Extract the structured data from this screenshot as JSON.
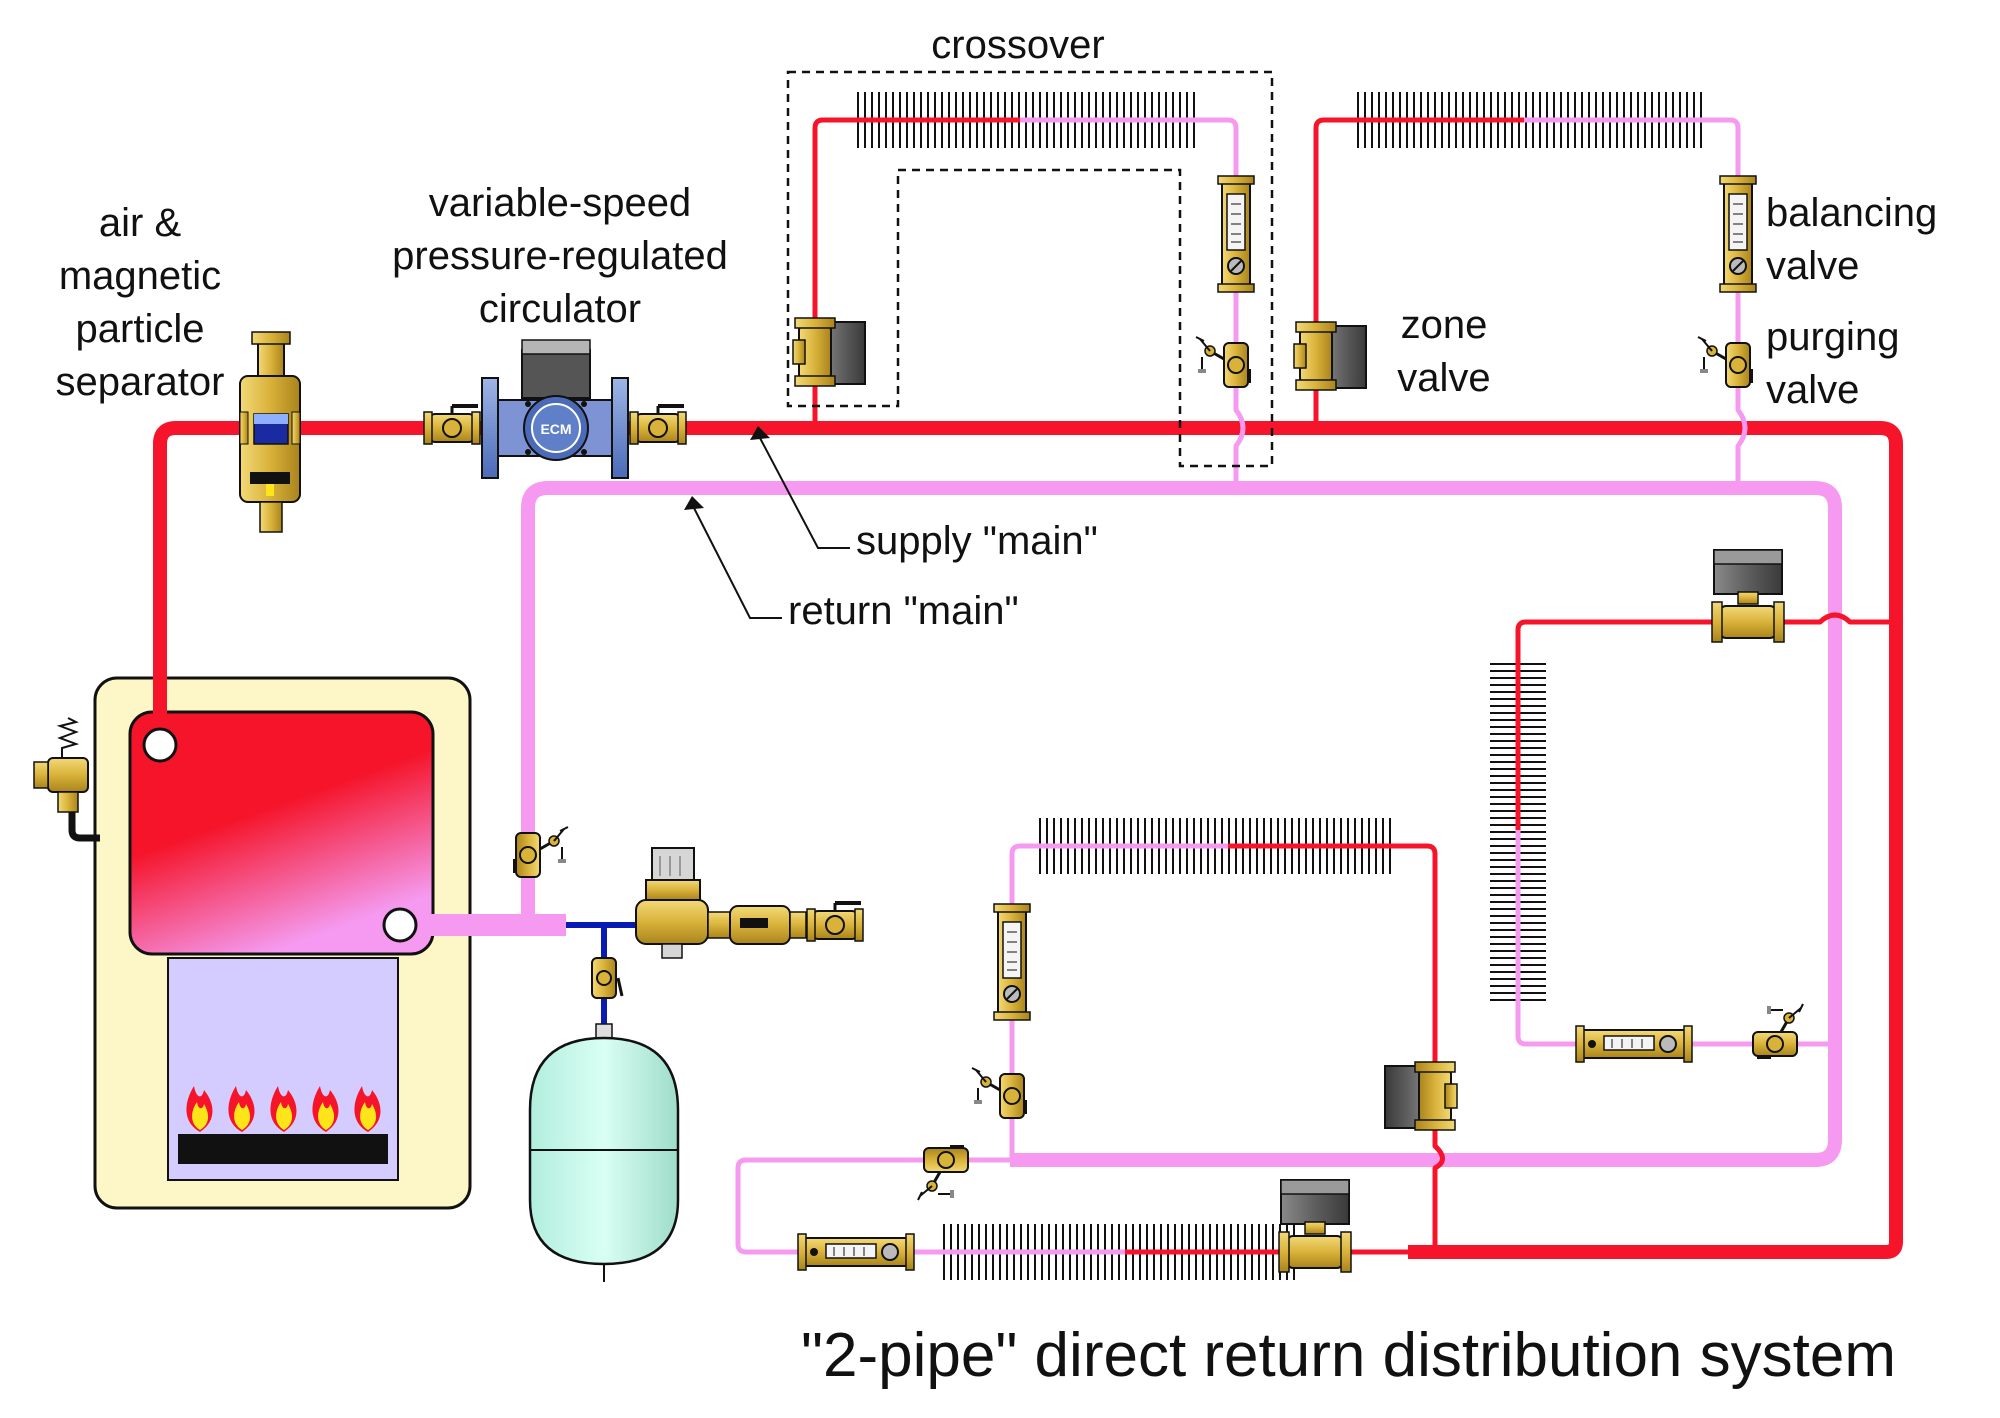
{
  "title": "\"2-pipe\" direct return distribution system",
  "labels": {
    "crossover": "crossover",
    "separator": [
      "air &",
      "magnetic",
      "particle",
      "separator"
    ],
    "circulator": [
      "variable-speed",
      "pressure-regulated",
      "circulator"
    ],
    "balancing_valve": [
      "balancing",
      "valve"
    ],
    "zone_valve": [
      "zone",
      "valve"
    ],
    "purging_valve": [
      "purging",
      "valve"
    ],
    "supply_main": "supply \"main\"",
    "return_main": "return \"main\"",
    "circulator_badge": "ECM"
  },
  "colors": {
    "supply": "#f5142a",
    "return": "#f59af0",
    "cold_water": "#0a1ab5",
    "brass": "#d9b23a",
    "boiler_cabinet": "#fdf7c8",
    "firebox": "#d4ccff",
    "expansion_tank": "#c4faec"
  },
  "icons": [
    "flame-icon",
    "zone-valve-icon",
    "balancing-valve-icon",
    "purging-valve-icon",
    "ball-valve-icon",
    "pressure-relief-valve-icon",
    "fill-valve-icon",
    "backflow-preventer-icon"
  ]
}
